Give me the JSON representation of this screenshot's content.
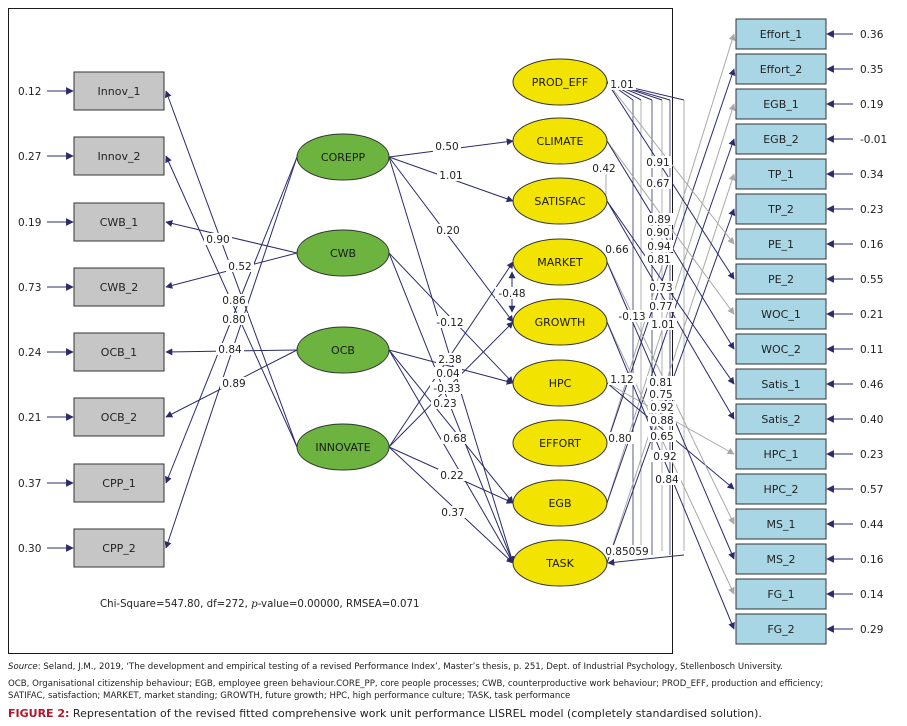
{
  "colors": {
    "indicator_left_fill": "#c6c6c6",
    "indicator_right_fill": "#a9d6e5",
    "exogenous_fill": "#6db33f",
    "endogenous_fill": "#f2e400",
    "path_dark": "#2b2b6b",
    "path_grey": "#a8a8a8",
    "caption_accent": "#b0172b"
  },
  "left_indicators": [
    {
      "name": "Innov_1",
      "error": "0.12"
    },
    {
      "name": "Innov_2",
      "error": "0.27"
    },
    {
      "name": "CWB_1",
      "error": "0.19"
    },
    {
      "name": "CWB_2",
      "error": "0.73"
    },
    {
      "name": "OCB_1",
      "error": "0.24"
    },
    {
      "name": "OCB_2",
      "error": "0.21"
    },
    {
      "name": "CPP_1",
      "error": "0.37"
    },
    {
      "name": "CPP_2",
      "error": "0.30"
    }
  ],
  "exogenous_latents": [
    "COREPP",
    "CWB",
    "OCB",
    "INNOVATE"
  ],
  "endogenous_latents": [
    "PROD_EFF",
    "CLIMATE",
    "SATISFAC",
    "MARKET",
    "GROWTH",
    "HPC",
    "EFFORT",
    "EGB",
    "TASK"
  ],
  "right_indicators": [
    {
      "name": "Effort_1",
      "error": "0.36"
    },
    {
      "name": "Effort_2",
      "error": "0.35"
    },
    {
      "name": "EGB_1",
      "error": "0.19"
    },
    {
      "name": "EGB_2",
      "error": "-0.01"
    },
    {
      "name": "TP_1",
      "error": "0.34"
    },
    {
      "name": "TP_2",
      "error": "0.23"
    },
    {
      "name": "PE_1",
      "error": "0.16"
    },
    {
      "name": "PE_2",
      "error": "0.55"
    },
    {
      "name": "WOC_1",
      "error": "0.21"
    },
    {
      "name": "WOC_2",
      "error": "0.11"
    },
    {
      "name": "Satis_1",
      "error": "0.46"
    },
    {
      "name": "Satis_2",
      "error": "0.40"
    },
    {
      "name": "HPC_1",
      "error": "0.23"
    },
    {
      "name": "HPC_2",
      "error": "0.57"
    },
    {
      "name": "MS_1",
      "error": "0.44"
    },
    {
      "name": "MS_2",
      "error": "0.16"
    },
    {
      "name": "FG_1",
      "error": "0.14"
    },
    {
      "name": "FG_2",
      "error": "0.29"
    }
  ],
  "left_loading_labels": [
    "0.90",
    "0.52",
    "0.86",
    "0.80",
    "0.84",
    "0.89"
  ],
  "structural_labels": [
    "0.50",
    "1.01",
    "0.20",
    "-0.12",
    "2.38",
    "0.04",
    "-0.33",
    "0.23",
    "0.68",
    "0.22",
    "0.37",
    "-0.48",
    "0.42",
    "0.66",
    "-0.13",
    "1.12",
    "0.80",
    "0.85059",
    "1.01"
  ],
  "right_loading_labels": [
    "0.91",
    "0.67",
    "0.89",
    "0.90",
    "0.94",
    "0.81",
    "0.73",
    "0.77",
    "1.01",
    "0.81",
    "0.75",
    "0.92",
    "0.88",
    "0.65",
    "0.92",
    "0.84"
  ],
  "fit_statistics": {
    "prefix": "Chi-Square=547.80, df=272, ",
    "p_label": "p",
    "suffix": "-value=0.00000, RMSEA=0.071"
  },
  "caption": {
    "source_label": "Source",
    "source_text": ": Seland, J.M., 2019, ‘The development and empirical testing of a revised Performance Index’, Master’s thesis, p. 251, Dept. of Industrial Psychology, Stellenbosch University.",
    "abbrev_line1": "OCB, Organisational citizenship behaviour; EGB, employee green behaviour.CORE_PP, core people processes; CWB, counterproductive work behaviour; PROD_EFF, production and efficiency;",
    "abbrev_line2": "SATIFAC, satisfaction; MARKET, market standing; GROWTH, future growth; HPC, high performance culture; TASK, task performance",
    "figure_label": "FIGURE 2:",
    "figure_text": " Representation of the revised fitted comprehensive work unit performance LISREL model (completely standardised solution)."
  }
}
